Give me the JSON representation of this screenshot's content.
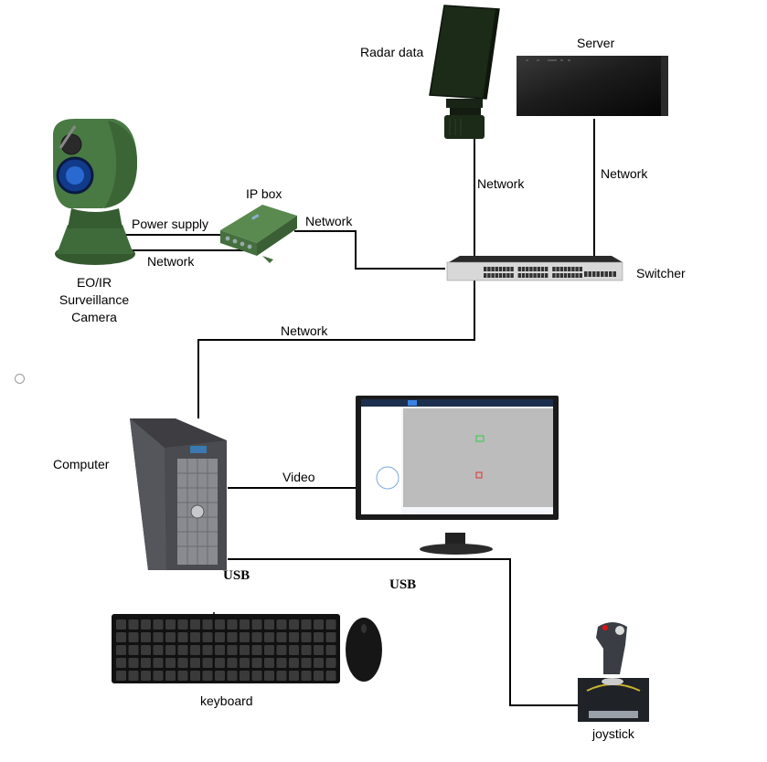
{
  "title": "EO/IR surveillance system connection diagram",
  "nodes": {
    "radar": {
      "label": "Radar data"
    },
    "server": {
      "label": "Server"
    },
    "ip_box": {
      "label": "IP box"
    },
    "camera": {
      "label_lines": [
        "EO/IR",
        "Surveillance",
        "Camera"
      ]
    },
    "switcher": {
      "label": "Switcher"
    },
    "computer": {
      "label": "Computer"
    },
    "keyboard": {
      "label": "keyboard"
    },
    "joystick": {
      "label": "joystick"
    }
  },
  "links": {
    "radar_switch": "Network",
    "server_switch": "Network",
    "ipbox_switch": "Network",
    "camera_ipbox_power": "Power supply",
    "camera_ipbox_network": "Network",
    "switch_computer": "Network",
    "computer_monitor": "Video",
    "computer_keyboard": "USB",
    "computer_joystick": "USB"
  },
  "colors": {
    "wire": "#000000",
    "camera_green": "#3f6b3a",
    "radar_green": "#1c2a18",
    "device_dark": "#1a1a1a",
    "screen_gray": "#bdbdbd"
  }
}
